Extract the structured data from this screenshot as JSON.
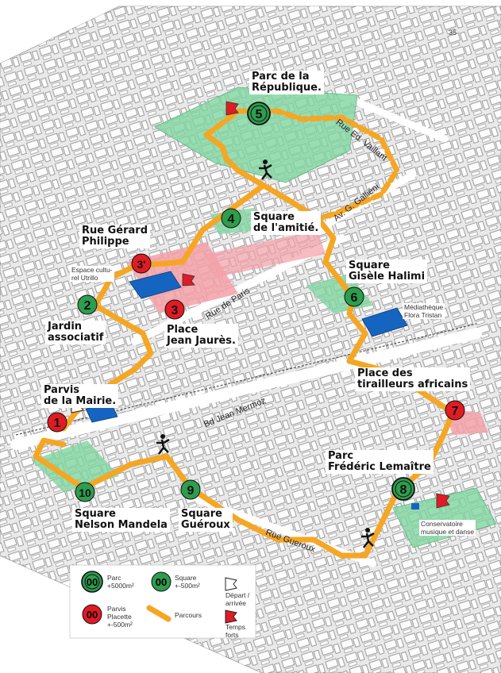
{
  "page_number": "35",
  "colors": {
    "route": "#f5a623",
    "park_green": "#2e9d4e",
    "square_green": "#2e9d4e",
    "parvis_red": "#e01b24",
    "park_fill": "#7fd4a0",
    "plaza_fill": "#f4a0a8",
    "building_blue": "#1565c0"
  },
  "stops": [
    {
      "number": "1",
      "kind": "parvis",
      "name": "Parvis\nde la Mairie."
    },
    {
      "number": "2",
      "kind": "square",
      "name": "Jardin\nassociatif"
    },
    {
      "number": "3",
      "kind": "parvis",
      "name": "Place\nJean Jaurès."
    },
    {
      "number": "3'",
      "kind": "parvis",
      "name": "Rue Gérard\nPhilippe"
    },
    {
      "number": "4",
      "kind": "square",
      "name": "Square\nde l'amitié."
    },
    {
      "number": "5",
      "kind": "park",
      "name": "Parc de la\nRépublique."
    },
    {
      "number": "6",
      "kind": "square",
      "name": "Square\nGisèle Halimi"
    },
    {
      "number": "7",
      "kind": "parvis",
      "name": "Place des\ntirailleurs africains"
    },
    {
      "number": "8",
      "kind": "park",
      "name": "Parc\nFrédéric Lemaître"
    },
    {
      "number": "9",
      "kind": "square",
      "name": "Square\nGuéroux"
    },
    {
      "number": "10",
      "kind": "square",
      "name": "Square\nNelson Mandela"
    }
  ],
  "places": {
    "espace": "Espace cultu-\nrel Utrillo",
    "mediatheque": "Médiathèque\nFlora Tristan",
    "conservatoire": "Conservatoire\nmusique et danse"
  },
  "streets": {
    "vaillant": "Rue Ed. Vaillant",
    "gallieni": "Av. G. Galliéni",
    "paris": "Rue de Paris",
    "mermoz": "Bd Jean Mermoz",
    "gueroux": "Rue Gueroux"
  },
  "legend": {
    "badge": "00",
    "parc": "Parc\n+5000m²",
    "square": "Square\n+-500m²",
    "parvis": "Parvis\nPlacette\n+-500m²",
    "parcours": "Parcours",
    "depart": "Départ /\narrivée",
    "temps": "Temps\nforts"
  }
}
